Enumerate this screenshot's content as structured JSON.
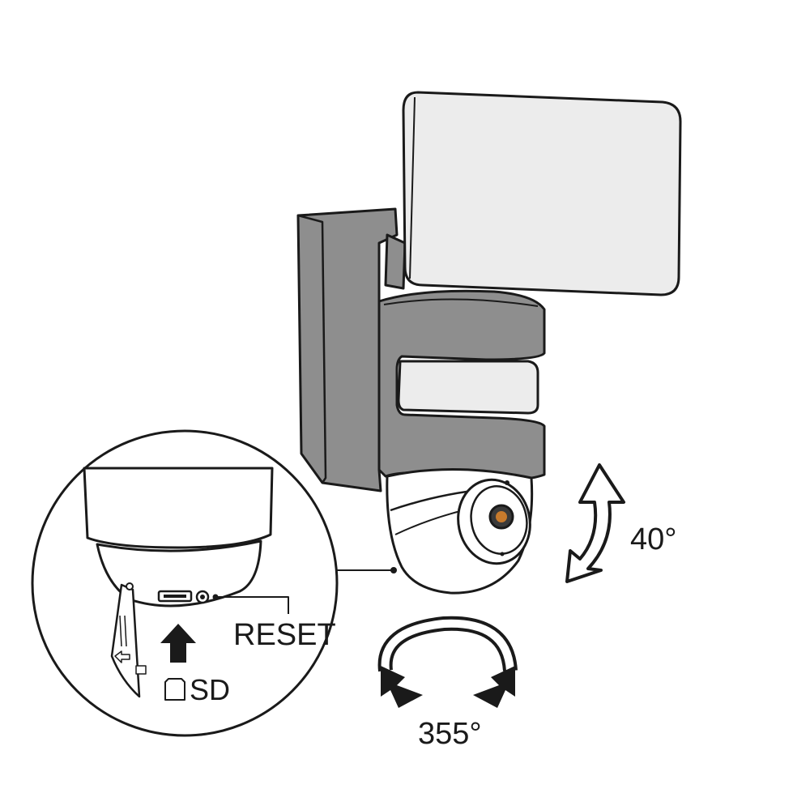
{
  "labels": {
    "tilt_angle": "40°",
    "rotation_angle": "355°",
    "reset": "RESET",
    "sd": "SD"
  },
  "colors": {
    "line": "#1a1a1a",
    "housing": "#8e8e8e",
    "housing_dark": "#6f6f6f",
    "panel": "#ececec",
    "lens": "#c77a2c"
  },
  "icons": [
    "sd-card-icon",
    "up-arrow-icon",
    "tilt-arrow-icon",
    "rotation-arrow-icon"
  ]
}
